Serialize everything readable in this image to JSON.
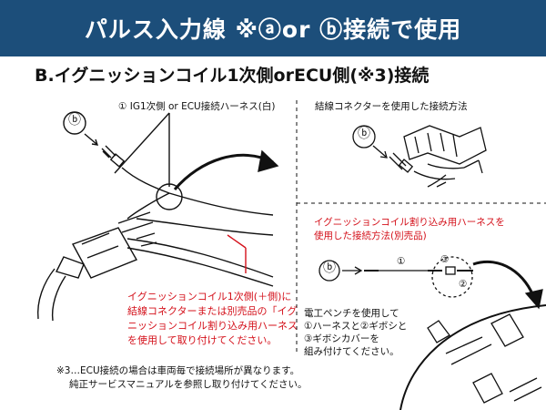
{
  "banner": {
    "title": "パルス入力線 ※ⓐor ⓑ接続で使用",
    "bg": "#1c4e7a"
  },
  "heading": "B.イグニッションコイル1次側orECU側(※3)接続",
  "left_panel": {
    "harness_label": "① IG1次側 or ECU接続ハーネス(白)",
    "marker": "ⓑ",
    "note_lines": [
      "イグニッションコイル1次側(＋側)に",
      "結線コネクターまたは別売品の「イグ",
      "ニッションコイル割り込み用ハーネス",
      "を使用して取り付けてください。"
    ]
  },
  "right_top": {
    "label": "結線コネクターを使用した接続方法",
    "marker": "ⓑ"
  },
  "right_bottom": {
    "title_lines": [
      "イグニッションコイル割り込み用ハーネスを",
      "使用した接続方法(別売品)"
    ],
    "marker": "ⓑ",
    "parts": {
      "p1": "①",
      "p2": "②",
      "p3": "③"
    },
    "instr_lines": [
      "電工ペンチを使用して",
      "①ハーネスと②ギボシと",
      "③ギボシカバーを",
      "組み付けてください。"
    ]
  },
  "footnote_lines": [
    "※3…ECU接続の場合は車両毎で接続場所が異なります。",
    "純正サービスマニュアルを参照し取り付けてください。"
  ],
  "colors": {
    "accent_red": "#d4101a",
    "banner": "#1c4e7a"
  }
}
